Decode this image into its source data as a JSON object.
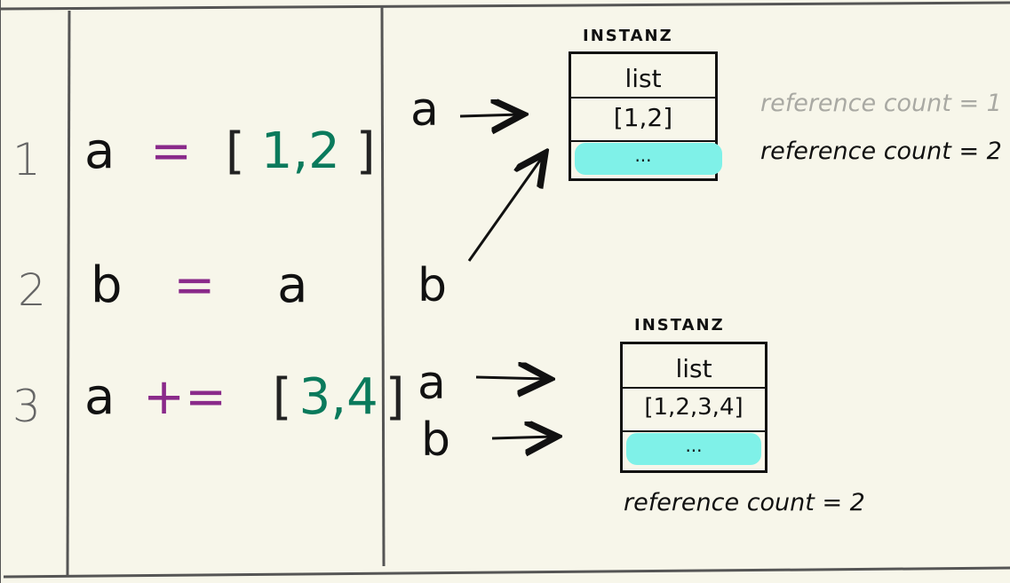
{
  "lines": [
    {
      "num": "1",
      "var": "a",
      "op": "=",
      "open": "[",
      "values": "1,2",
      "close": "]"
    },
    {
      "num": "2",
      "var": "b",
      "op": "=",
      "rhs": "a"
    },
    {
      "num": "3",
      "var": "a",
      "op": "+=",
      "open": "[",
      "values": "3,4",
      "close": "]"
    }
  ],
  "top_diagram": {
    "label_a": "a",
    "label_b": "b",
    "instance_caption": "INSTANZ",
    "type": "list",
    "value": "[1,2]",
    "ellipsis": "...",
    "refcount_old": "reference count = 1",
    "refcount_new": "reference count = 2"
  },
  "bottom_diagram": {
    "label_a": "a",
    "label_b": "b",
    "instance_caption": "INSTANZ",
    "type": "list",
    "value": "[1,2,3,4]",
    "ellipsis": "...",
    "refcount": "reference count = 2"
  },
  "colors": {
    "background": "#f7f6ea",
    "operator": "#8a2a8a",
    "number": "#0a7a5c",
    "highlight": "#7ff1e8",
    "grey_text": "#a9a9a3"
  }
}
